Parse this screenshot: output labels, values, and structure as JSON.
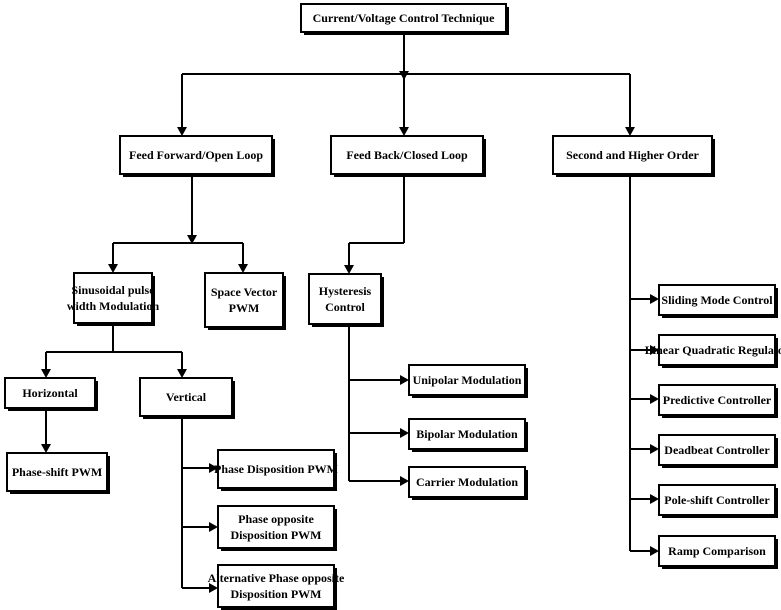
{
  "diagram": {
    "root": "Current/Voltage Control Technique",
    "branches": {
      "feed_forward": "Feed Forward/Open Loop",
      "feed_back": "Feed Back/Closed Loop",
      "higher_order": "Second and Higher Order"
    },
    "feed_forward": {
      "spwm": [
        "Sinusoidal pulse",
        "width Modulation"
      ],
      "svpwm": [
        "Space Vector",
        "PWM"
      ],
      "horizontal": "Horizontal",
      "vertical": "Vertical",
      "phase_shift": "Phase-shift PWM",
      "vertical_items": {
        "pd": [
          "Phase Disposition PWM"
        ],
        "pod": [
          "Phase opposite",
          "Disposition PWM"
        ],
        "apod": [
          "Alternative Phase opposite",
          "Disposition PWM"
        ]
      }
    },
    "feed_back": {
      "hysteresis": [
        "Hysteresis",
        "Control"
      ],
      "items": {
        "unipolar": "Unipolar Modulation",
        "bipolar": "Bipolar Modulation",
        "carrier": "Carrier Modulation"
      }
    },
    "higher_order": {
      "items": {
        "sliding": "Sliding Mode Control",
        "lqr": "Linear Quadratic Regulator",
        "predictive": "Predictive Controller",
        "deadbeat": "Deadbeat Controller",
        "pole_shift": "Pole-shift Controller",
        "ramp": "Ramp Comparison"
      }
    }
  }
}
